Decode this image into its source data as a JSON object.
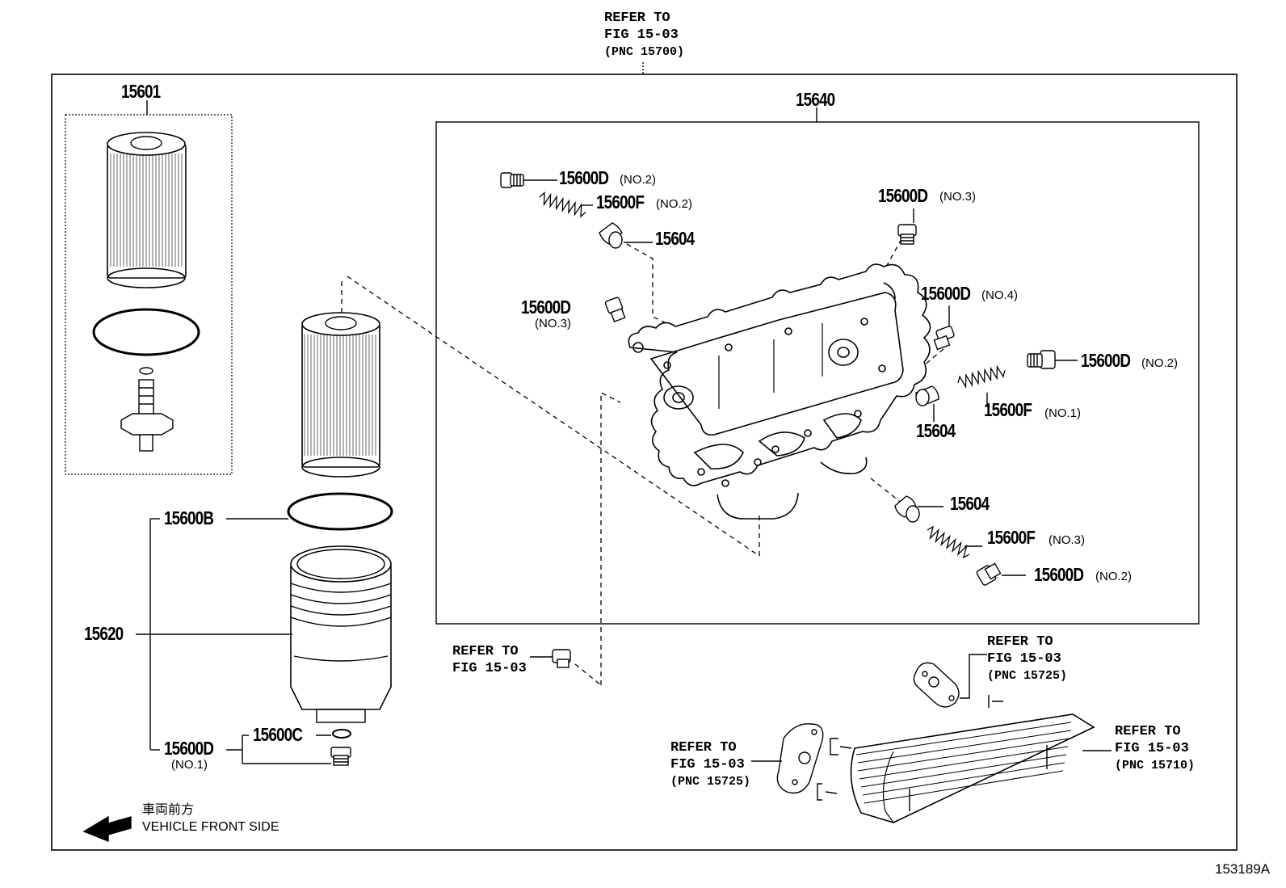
{
  "labels": {
    "p15601": "15601",
    "p15640": "15640",
    "p15600d_no2_a": "15600D",
    "no2_a": "(NO.2)",
    "p15600f_no2": "15600F",
    "no2_f": "(NO.2)",
    "p15604_a": "15604",
    "p15600d_no3_a": "15600D",
    "no3_a": "(NO.3)",
    "p15600d_no3_b": "15600D",
    "no3_b": "(NO.3)",
    "p15600d_no4": "15600D",
    "no4": "(NO.4)",
    "p15600d_no2_b": "15600D",
    "no2_b": "(NO.2)",
    "p15600f_no1": "15600F",
    "no1_f": "(NO.1)",
    "p15604_b": "15604",
    "p15604_c": "15604",
    "p15600f_no3": "15600F",
    "no3_f": "(NO.3)",
    "p15600d_no2_c": "15600D",
    "no2_c": "(NO.2)",
    "p15600b": "15600B",
    "p15620": "15620",
    "p15600c": "15600C",
    "p15600d_no1": "15600D",
    "no1_d": "(NO.1)"
  },
  "refs": {
    "top": {
      "l1": "REFER TO",
      "l2": "FIG 15-03",
      "l3": "(PNC 15700)"
    },
    "mid": {
      "l1": "REFER TO",
      "l2": "FIG 15-03"
    },
    "gasket_top": {
      "l1": "REFER TO",
      "l2": "FIG 15-03",
      "l3": "(PNC 15725)"
    },
    "gasket_left": {
      "l1": "REFER TO",
      "l2": "FIG 15-03",
      "l3": "(PNC 15725)"
    },
    "cooler": {
      "l1": "REFER TO",
      "l2": "FIG 15-03",
      "l3": "(PNC 15710)"
    }
  },
  "front": {
    "jp": "車両前方",
    "en": "VEHICLE FRONT SIDE"
  },
  "diagram_id": "153189A"
}
